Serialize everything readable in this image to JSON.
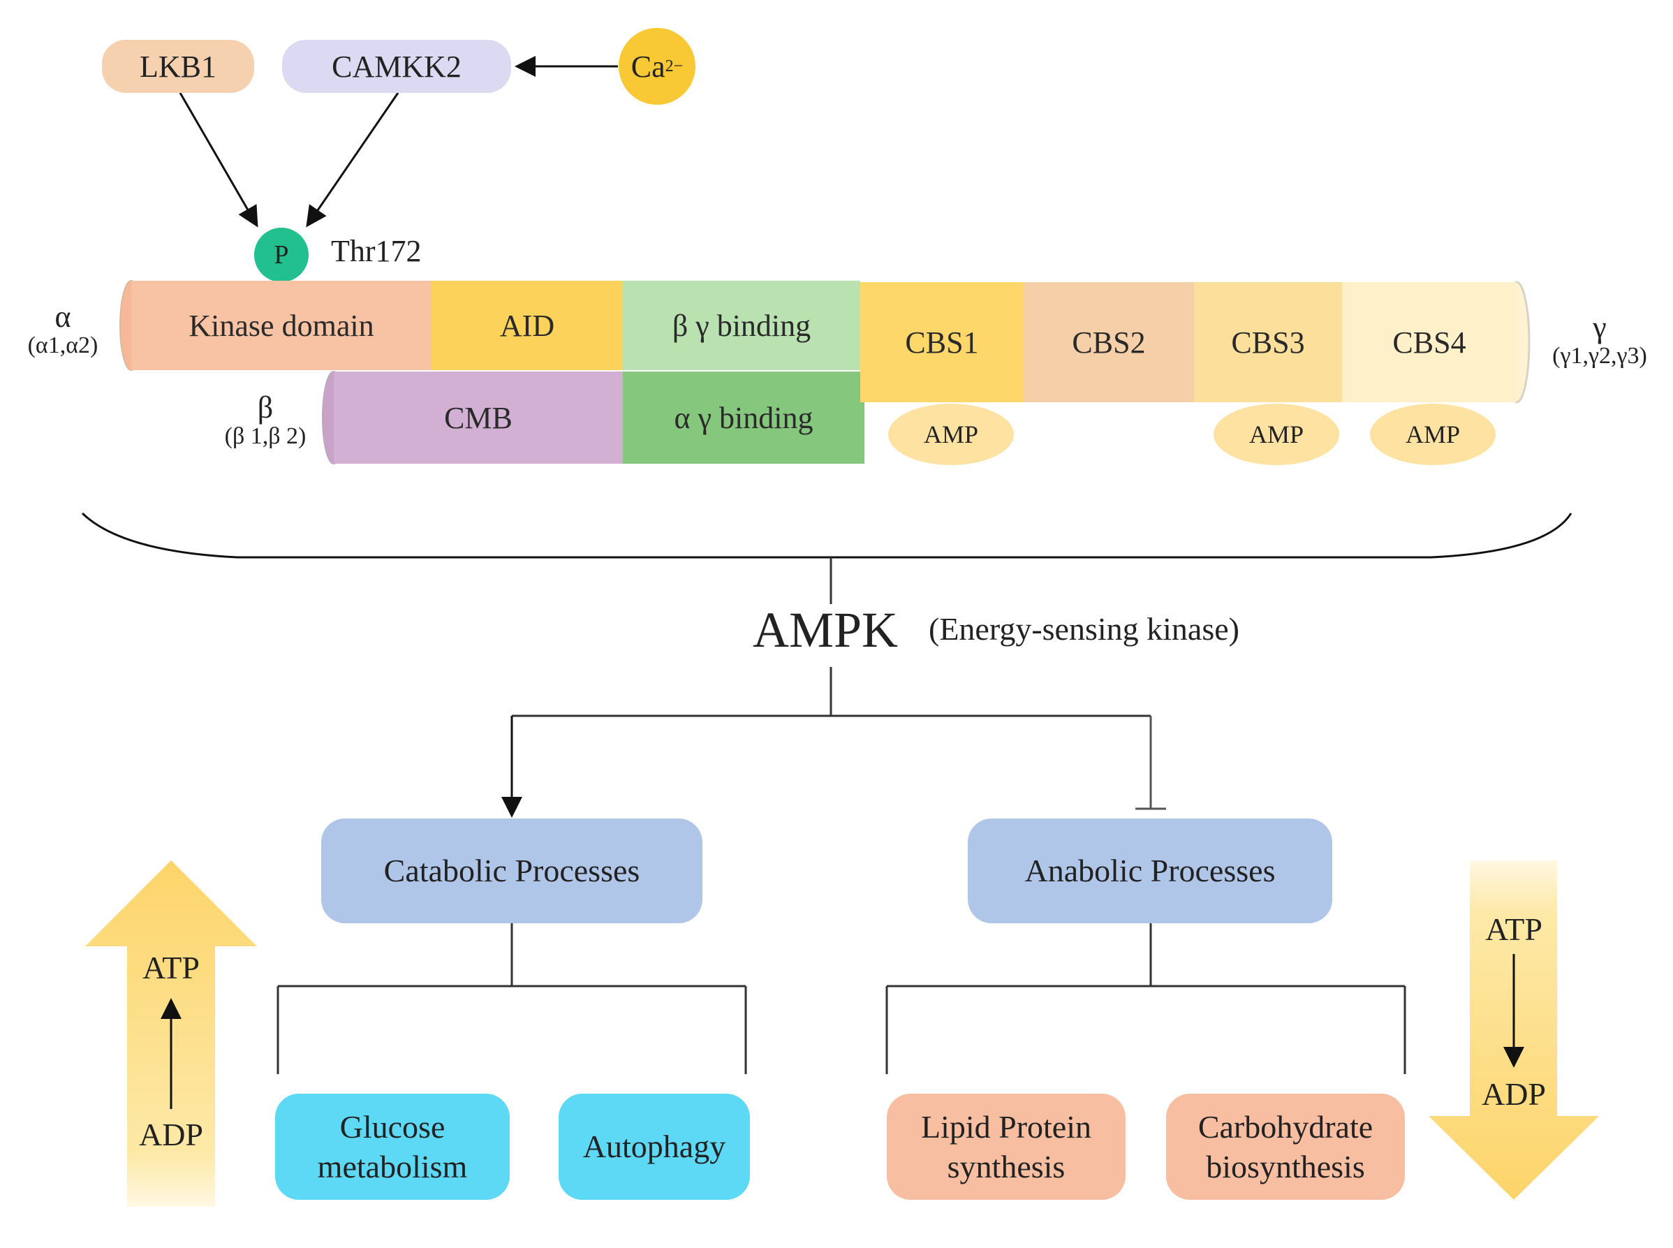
{
  "activators": {
    "lkb1": "LKB1",
    "camkk2": "CAMKK2",
    "calcium": "Ca",
    "calcium_charge": "2−",
    "phospho": "P",
    "site": "Thr172"
  },
  "alpha": {
    "symbol": "α",
    "isoforms": "(α1,α2)",
    "kinase": "Kinase domain",
    "aid": "AID",
    "bg_binding": "β γ binding"
  },
  "beta": {
    "symbol": "β",
    "isoforms": "(β 1,β 2)",
    "cmb": "CMB",
    "ag_binding": "α γ binding"
  },
  "gamma": {
    "symbol": "γ",
    "isoforms": "(γ1,γ2,γ3)",
    "cbs1": "CBS1",
    "cbs2": "CBS2",
    "cbs3": "CBS3",
    "cbs4": "CBS4",
    "amp": "AMP"
  },
  "ampk": {
    "name": "AMPK",
    "desc": "(Energy-sensing kinase)"
  },
  "catabolic": {
    "title": "Catabolic Processes",
    "glucose": [
      "Glucose",
      "metabolism"
    ],
    "autophagy": "Autophagy"
  },
  "anabolic": {
    "title": "Anabolic Processes",
    "lipid": [
      "Lipid Protein",
      "synthesis"
    ],
    "carb": [
      "Carbohydrate",
      "biosynthesis"
    ]
  },
  "energy": {
    "atp": "ATP",
    "adp": "ADP"
  },
  "colors": {
    "lkb1": "#f6d1b0",
    "camkk2": "#dcdaf3",
    "calcium": "#f9c935",
    "phospho": "#22c08e",
    "kinase": "#f8c3a5",
    "aid": "#fdd25a",
    "bg_binding": "#b9e2b0",
    "cmb": "#d2b0d3",
    "ag_binding": "#85c77d",
    "cbs1": "#fdd76a",
    "cbs2": "#f5cfa7",
    "cbs3": "#fbdf9a",
    "cbs4": "#fef0c8",
    "amp": "#fde2a1",
    "process": "#afc6e8",
    "catabolic_leaf": "#5dd8f5",
    "anabolic_leaf": "#f7bea2",
    "energy_arrow": "#fdd875"
  }
}
